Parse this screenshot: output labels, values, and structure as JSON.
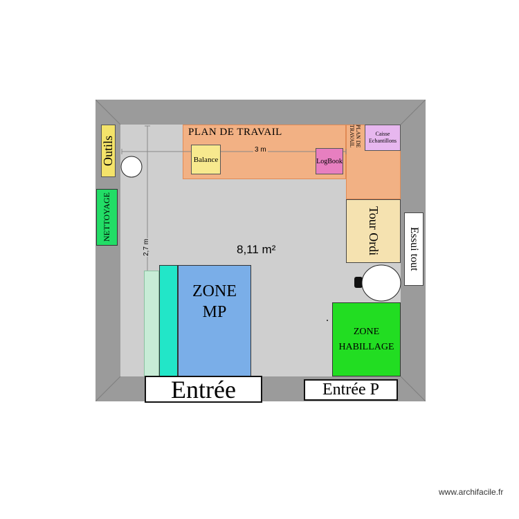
{
  "plan": {
    "area": "8,11 m²",
    "dim_width": "3 m",
    "dim_height": "2,7 m",
    "watermark": "www.archifacile.fr"
  },
  "items": {
    "plan_travail": "PLAN DE TRAVAIL",
    "plan_travail_side": "PLAN DE TRAVAIL",
    "balance": "Balance",
    "logbook": "LogBook",
    "caisse_line1": "Caisse",
    "caisse_line2": "Echantillons",
    "tour_ordi": "Tour Ordi",
    "essui_tout": "Essui tout",
    "outils": "Outils",
    "nettoyage": "NETTOYAGE",
    "zone_mp_line1": "ZONE",
    "zone_mp_line2": "MP",
    "zone_habillage_line1": "ZONE",
    "zone_habillage_line2": "HABILLAGE",
    "entree": "Entrée",
    "entree_p": "Entrée P"
  },
  "colors": {
    "wall": "#9b9b9b",
    "floor": "#cfcfcf",
    "bench": "#f2b184",
    "balance": "#f7e98e",
    "logbook": "#e77fc0",
    "caisse": "#e7b7ef",
    "tour_ordi": "#f5e2b0",
    "outils": "#f4e36a",
    "nettoyage": "#22dd66",
    "zone_mp": "#7aaee8",
    "zone_teal": "#22e6c8",
    "zone_light": "#c7ecd6",
    "zone_habillage": "#22dd22"
  }
}
